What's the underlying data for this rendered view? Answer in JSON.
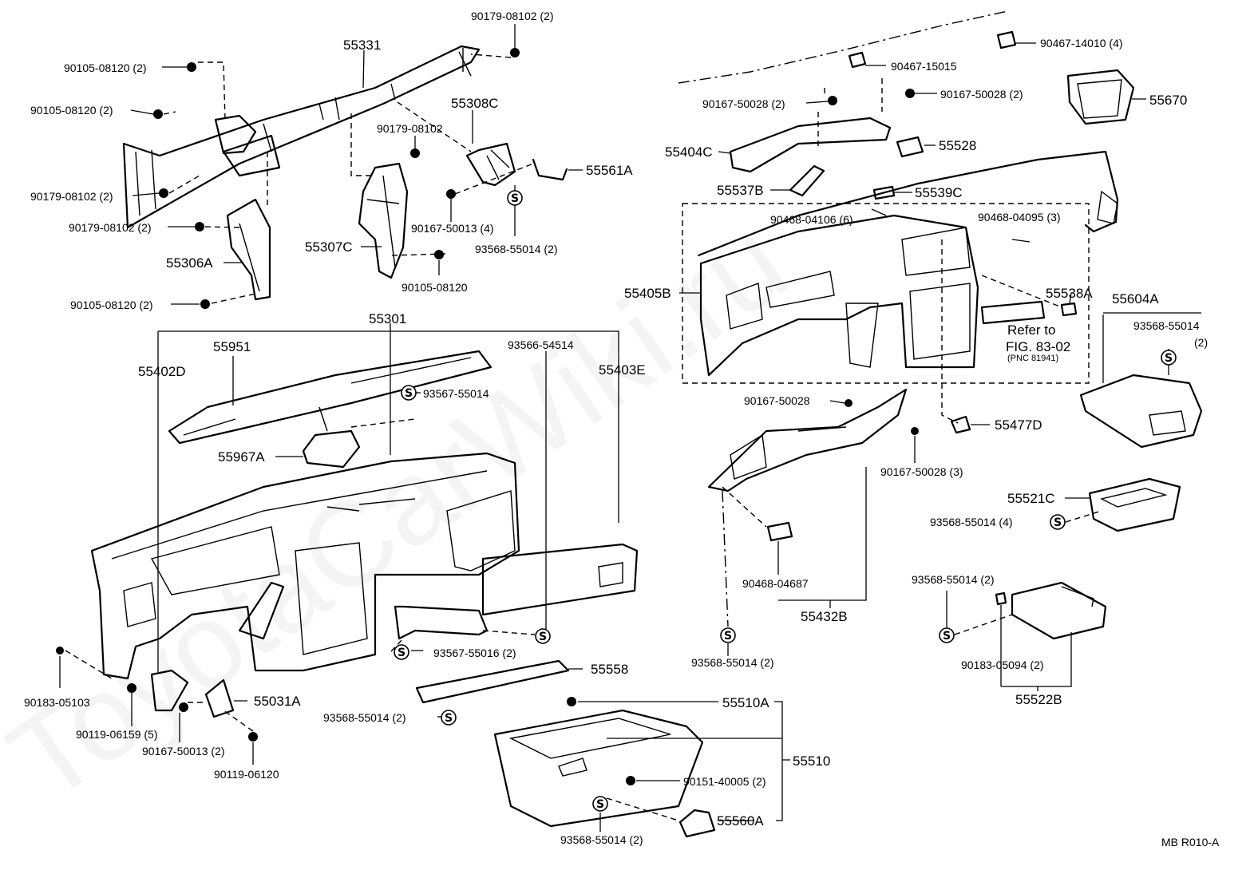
{
  "watermark": "ToyotaCarWiki.ru",
  "corner_code": "MB  R010-A",
  "refer": {
    "line1": "Refer to",
    "line2": "FIG. 83-02",
    "line3": "(PNC 81941)"
  },
  "labels": {
    "p90179_08102_2a": "90179-08102 (2)",
    "p55331": "55331",
    "p90105_08120_2a": "90105-08120 (2)",
    "p90105_08120_2b": "90105-08120 (2)",
    "p55308C": "55308C",
    "p90179_08102": "90179-08102",
    "p55561A": "55561A",
    "p90179_08102_2b": "90179-08102 (2)",
    "p90179_08102_2c": "90179-08102 (2)",
    "p90167_50013_4": "90167-50013 (4)",
    "p55307C": "55307C",
    "p93568_55014_2a": "93568-55014 (2)",
    "p55306A": "55306A",
    "p90105_08120": "90105-08120",
    "p90105_08120_2c": "90105-08120 (2)",
    "p55301": "55301",
    "p55951": "55951",
    "p93566_54514": "93566-54514",
    "p55402D": "55402D",
    "p55403E": "55403E",
    "p93567_55014": "93567-55014",
    "p55967A": "55967A",
    "p93567_55016_2": "93567-55016 (2)",
    "p55558": "55558",
    "p90183_05103": "90183-05103",
    "p55031A": "55031A",
    "p90119_06159_5": "90119-06159 (5)",
    "p93568_55014_2b": "93568-55014 (2)",
    "p90167_50013_2": "90167-50013 (2)",
    "p90119_06120": "90119-06120",
    "p55510A": "55510A",
    "p55510": "55510",
    "p90151_40005_2": "90151-40005 (2)",
    "p55560A": "55560A",
    "p93568_55014_2c": "93568-55014 (2)",
    "p90467_14010_4": "90467-14010 (4)",
    "p90467_15015": "90467-15015",
    "p90167_50028_2a": "90167-50028 (2)",
    "p90167_50028_2b": "90167-50028 (2)",
    "p55670": "55670",
    "p55404C": "55404C",
    "p55528": "55528",
    "p55537B": "55537B",
    "p55539C": "55539C",
    "p90468_04106_6": "90468-04106 (6)",
    "p90468_04095_3": "90468-04095 (3)",
    "p55405B": "55405B",
    "p55538A": "55538A",
    "p55604A": "55604A",
    "p93568_55014_2d": "93568-55014",
    "p93568_55014_2d_qty": "(2)",
    "p90167_50028": "90167-50028",
    "p55477D": "55477D",
    "p90167_50028_3": "90167-50028 (3)",
    "p55521C": "55521C",
    "p93568_55014_4": "93568-55014 (4)",
    "p90468_04687": "90468-04687",
    "p55432B": "55432B",
    "p93568_55014_2e": "93568-55014 (2)",
    "p90183_05094_2": "90183-05094 (2)",
    "p93568_55014_2f": "93568-55014 (2)",
    "p55522B": "55522B"
  },
  "symbol_letter": "S"
}
